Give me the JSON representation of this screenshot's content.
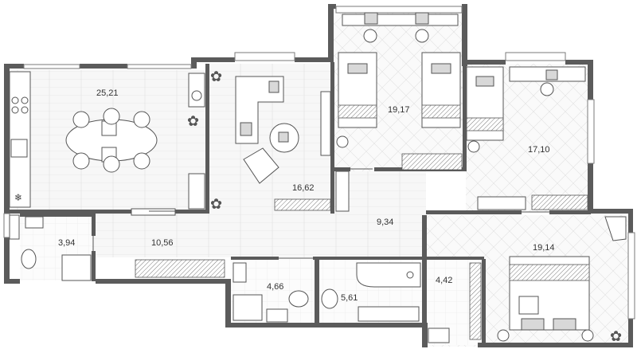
{
  "rooms": [
    {
      "id": "kitchen-living",
      "area": "25,21"
    },
    {
      "id": "living-room",
      "area": "16,62"
    },
    {
      "id": "bedroom-twin",
      "area": "19,17"
    },
    {
      "id": "bedroom-single",
      "area": "17,10"
    },
    {
      "id": "corridor-main",
      "area": "9,34"
    },
    {
      "id": "hall",
      "area": "10,56"
    },
    {
      "id": "wc-entry",
      "area": "3,94"
    },
    {
      "id": "bathroom-small",
      "area": "4,66"
    },
    {
      "id": "bathroom-large",
      "area": "5,61"
    },
    {
      "id": "wardrobe",
      "area": "4,42"
    },
    {
      "id": "master-bedroom",
      "area": "19,14"
    }
  ],
  "colors": {
    "wall": "#5b5b5b",
    "floor": "#f7f7f7",
    "furniture_fill": "#ffffff",
    "accent_grey": "#d8d8d8"
  }
}
